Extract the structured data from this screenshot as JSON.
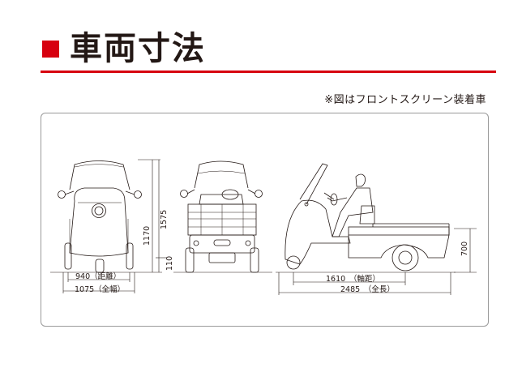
{
  "title": "車両寸法",
  "note": "※図はフロントスクリーン装着車",
  "dimensions": {
    "tread": "940（距離）",
    "overall_width": "1075（全幅）",
    "overall_height": "1575",
    "screen_height": "1170",
    "ground_clearance": "110",
    "wheelbase": "1610　（軸距）",
    "overall_length": "2485　（全長）",
    "deck_height": "700"
  },
  "colors": {
    "accent": "#d7000f",
    "line": "#231815",
    "panel_border": "#9a9a9a"
  }
}
